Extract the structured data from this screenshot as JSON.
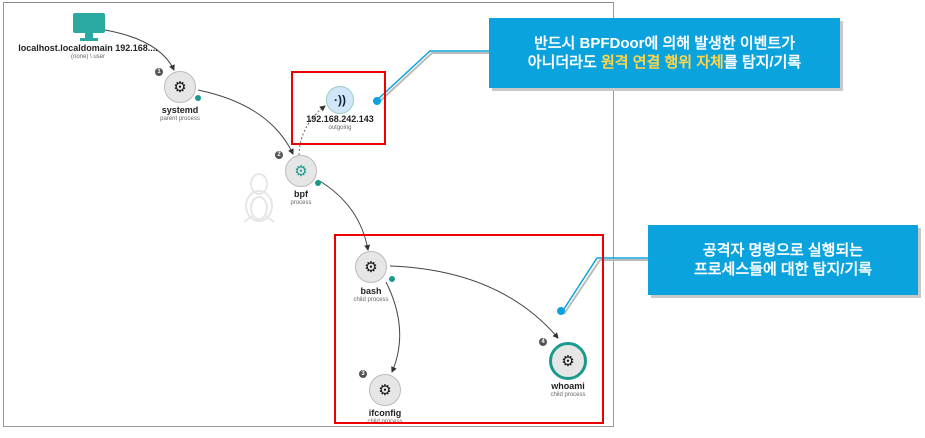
{
  "host": {
    "name": "localhost.localdomain",
    "ip": "192.168....",
    "sub1": "(none)",
    "sub2": "user"
  },
  "nodes": [
    {
      "id": "systemd",
      "name": "systemd",
      "role": "parent process",
      "step": "1"
    },
    {
      "id": "outgoing",
      "name": "192.168.242.143",
      "role": "outgoing"
    },
    {
      "id": "bpf",
      "name": "bpf",
      "role": "process",
      "step": "2"
    },
    {
      "id": "bash",
      "name": "bash",
      "role": "child process"
    },
    {
      "id": "ifconfig",
      "name": "ifconfig",
      "role": "child process",
      "step": "3"
    },
    {
      "id": "whoami",
      "name": "whoami",
      "role": "child process",
      "step": "4"
    }
  ],
  "callouts": {
    "c1": {
      "line1": "반드시 BPFDoor에 의해 발생한 이벤트가",
      "line2_pre": "아니더라도 ",
      "line2_hl": "원격 연결 행위 자체",
      "line2_post": "를 탐지/기록"
    },
    "c2": {
      "line1": "공격자 명령으로 실행되는",
      "line2": "프로세스들에 대한 탐지/기록"
    }
  },
  "colors": {
    "callout": "#0aa3de",
    "highlight": "#ffd54a",
    "teal": "#1a9a8e",
    "red": "#e00000"
  }
}
